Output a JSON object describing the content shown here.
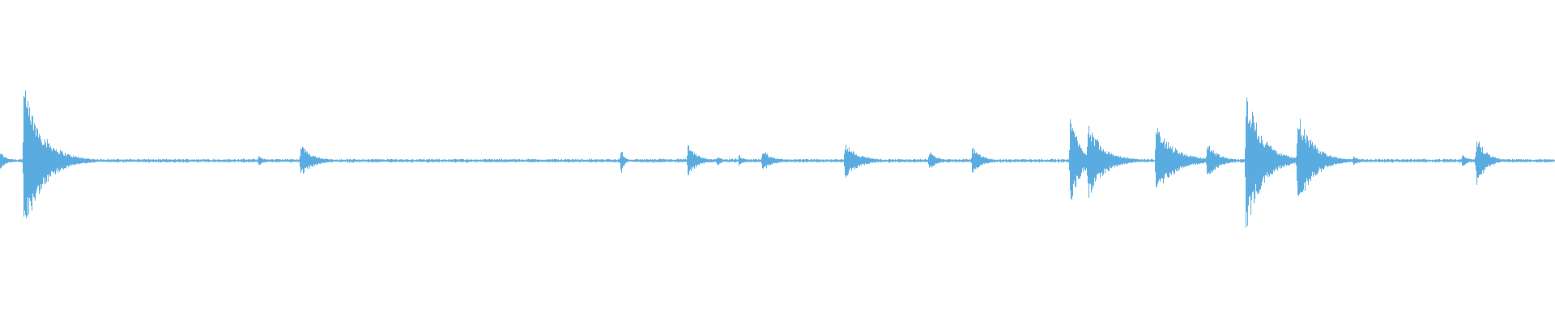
{
  "waveform": {
    "color": "#5aabdf",
    "baseline_level": 0.02,
    "events": [
      {
        "t": 0.0,
        "amp": 0.12,
        "decay": 0.004
      },
      {
        "t": 0.015,
        "amp": 1.0,
        "decay": 0.012
      },
      {
        "t": 0.166,
        "amp": 0.07,
        "decay": 0.004
      },
      {
        "t": 0.193,
        "amp": 0.22,
        "decay": 0.008
      },
      {
        "t": 0.399,
        "amp": 0.2,
        "decay": 0.002
      },
      {
        "t": 0.442,
        "amp": 0.22,
        "decay": 0.006
      },
      {
        "t": 0.461,
        "amp": 0.08,
        "decay": 0.003
      },
      {
        "t": 0.475,
        "amp": 0.08,
        "decay": 0.003
      },
      {
        "t": 0.49,
        "amp": 0.16,
        "decay": 0.006
      },
      {
        "t": 0.543,
        "amp": 0.24,
        "decay": 0.009
      },
      {
        "t": 0.597,
        "amp": 0.14,
        "decay": 0.005
      },
      {
        "t": 0.625,
        "amp": 0.19,
        "decay": 0.006
      },
      {
        "t": 0.688,
        "amp": 0.66,
        "decay": 0.006
      },
      {
        "t": 0.699,
        "amp": 0.54,
        "decay": 0.01
      },
      {
        "t": 0.743,
        "amp": 0.48,
        "decay": 0.012
      },
      {
        "t": 0.776,
        "amp": 0.26,
        "decay": 0.007
      },
      {
        "t": 0.801,
        "amp": 1.0,
        "decay": 0.01
      },
      {
        "t": 0.834,
        "amp": 0.66,
        "decay": 0.01
      },
      {
        "t": 0.87,
        "amp": 0.07,
        "decay": 0.004
      },
      {
        "t": 0.94,
        "amp": 0.09,
        "decay": 0.004
      },
      {
        "t": 0.949,
        "amp": 0.36,
        "decay": 0.006
      }
    ]
  }
}
